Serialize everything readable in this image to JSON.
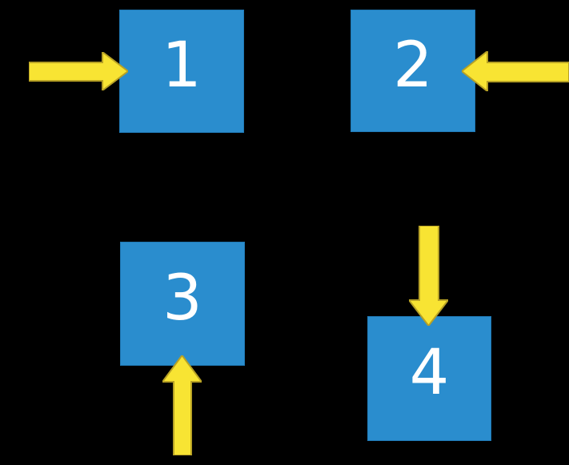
{
  "colors": {
    "background": "#000000",
    "box_fill": "#2a8dce",
    "box_border": "#1f79b5",
    "arrow_fill": "#f8e433",
    "arrow_outline": "#b7a125",
    "label_color": "#ffffff"
  },
  "boxes": [
    {
      "label": "1",
      "arrow_direction": "right"
    },
    {
      "label": "2",
      "arrow_direction": "left"
    },
    {
      "label": "3",
      "arrow_direction": "up"
    },
    {
      "label": "4",
      "arrow_direction": "down"
    }
  ]
}
